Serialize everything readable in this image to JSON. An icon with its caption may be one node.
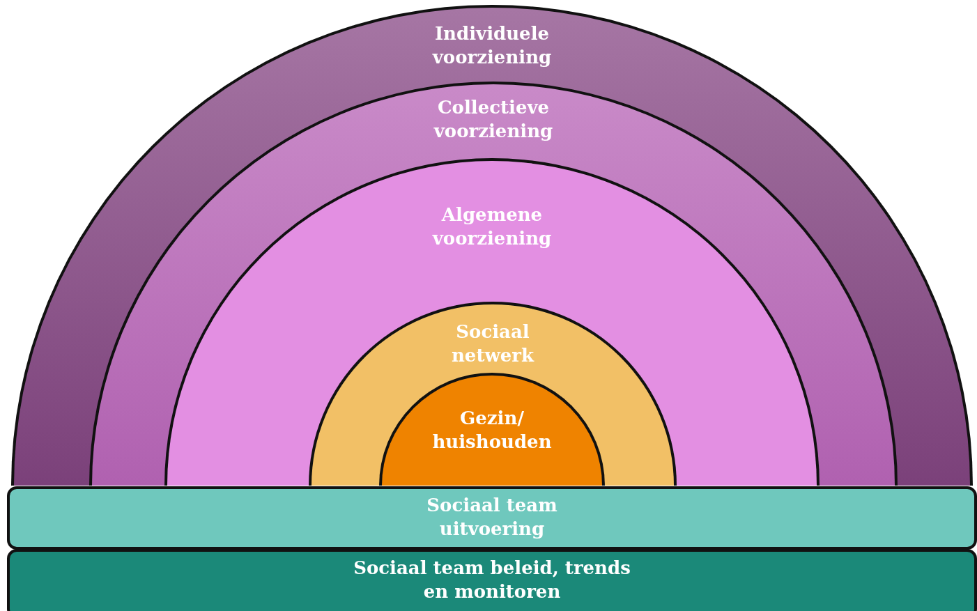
{
  "diagram": {
    "nodes": [
      {
        "text": [
          "Individuele voorziening"
        ]
      },
      {
        "text": [
          "Collectieve voorziening"
        ],
        "in": 0
      },
      {
        "text": [
          "Algemene voorziening"
        ],
        "in": 1
      },
      {
        "text": [
          "Sociaal netwerk"
        ],
        "in": 2
      },
      {
        "text": [
          "Gezin/ huishouden"
        ],
        "in": 3
      },
      {
        "text": [
          "Sociaal team uitvoering"
        ]
      },
      {
        "text": [
          "Sociaal team beleid, trends en monitoren"
        ]
      }
    ],
    "edges": []
  }
}
